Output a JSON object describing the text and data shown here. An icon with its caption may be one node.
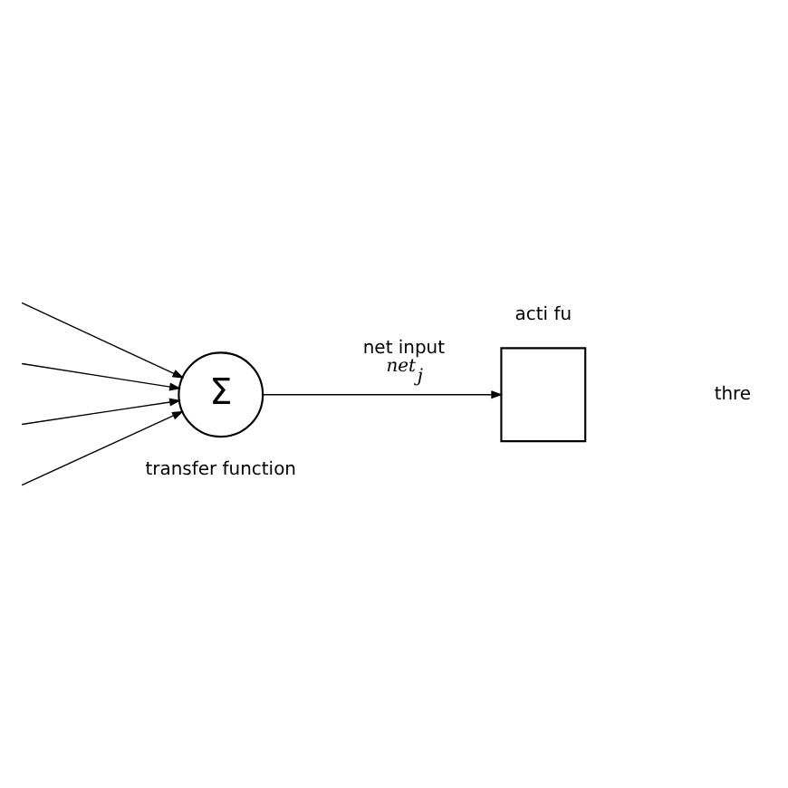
{
  "diagram": {
    "nodes": [
      {
        "text": [
          "Σ"
        ],
        "beside": [
          "transfer function"
        ]
      },
      {
        "text": [],
        "shape": "box",
        "beside": [
          "acti fu"
        ]
      }
    ],
    "edges": [
      {
        "from": null,
        "to": 0,
        "arrow": "to"
      },
      {
        "from": null,
        "to": 0,
        "arrow": "to"
      },
      {
        "from": null,
        "to": 0,
        "arrow": "to"
      },
      {
        "from": null,
        "to": 0,
        "arrow": "to"
      },
      {
        "from": 0,
        "to": 1,
        "arrow": "to",
        "label": "net input net$_{j}$"
      }
    ],
    "labels": [
      "thre"
    ]
  }
}
